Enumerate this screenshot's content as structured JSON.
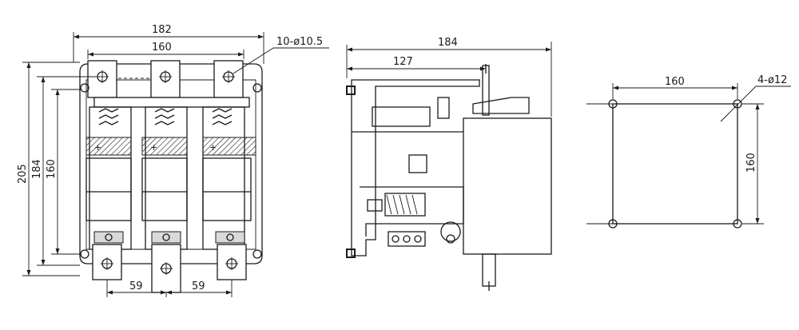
{
  "front_view": {
    "dims": {
      "overall_width": "182",
      "pole_span": "160",
      "hole_note": "10-ø10.5",
      "height_overall": "205",
      "height_mid": "184",
      "height_inner": "160",
      "pitch_left": "59",
      "pitch_right": "59"
    }
  },
  "side_view": {
    "dims": {
      "depth_overall": "184",
      "depth_partial": "127"
    }
  },
  "mounting_view": {
    "dims": {
      "hole_spacing_h": "160",
      "hole_spacing_v": "160",
      "hole_note": "4-ø12"
    }
  }
}
